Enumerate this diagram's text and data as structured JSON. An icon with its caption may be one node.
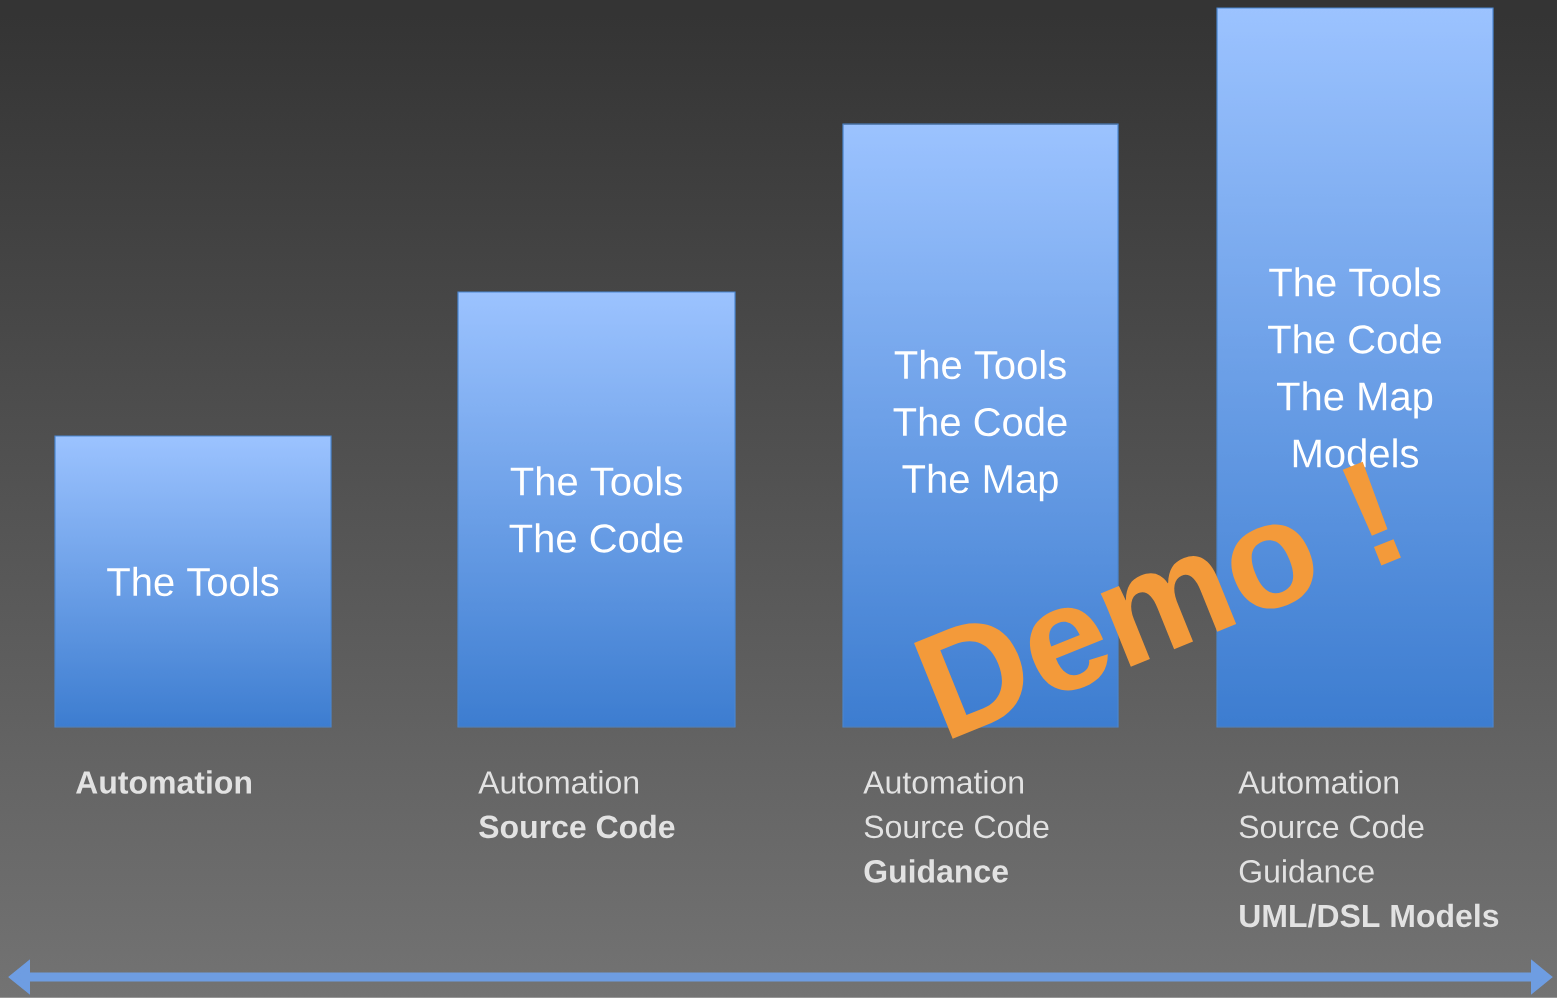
{
  "diagram": {
    "nodes": [
      {
        "text": [
          "The Tools"
        ],
        "beside": [
          "Automation"
        ]
      },
      {
        "text": [
          "The Tools",
          "The Code"
        ],
        "beside": [
          "Automation",
          "Source Code"
        ]
      },
      {
        "text": [
          "The Tools",
          "The Code",
          "The Map"
        ],
        "beside": [
          "Automation",
          "Source Code",
          "Guidance"
        ]
      },
      {
        "text": [
          "The Tools",
          "The Code",
          "The Map",
          "Models"
        ],
        "beside": [
          "Automation",
          "Source Code",
          "Guidance",
          "UML/DSL Models"
        ]
      }
    ],
    "labels": [
      "Demo !"
    ]
  }
}
